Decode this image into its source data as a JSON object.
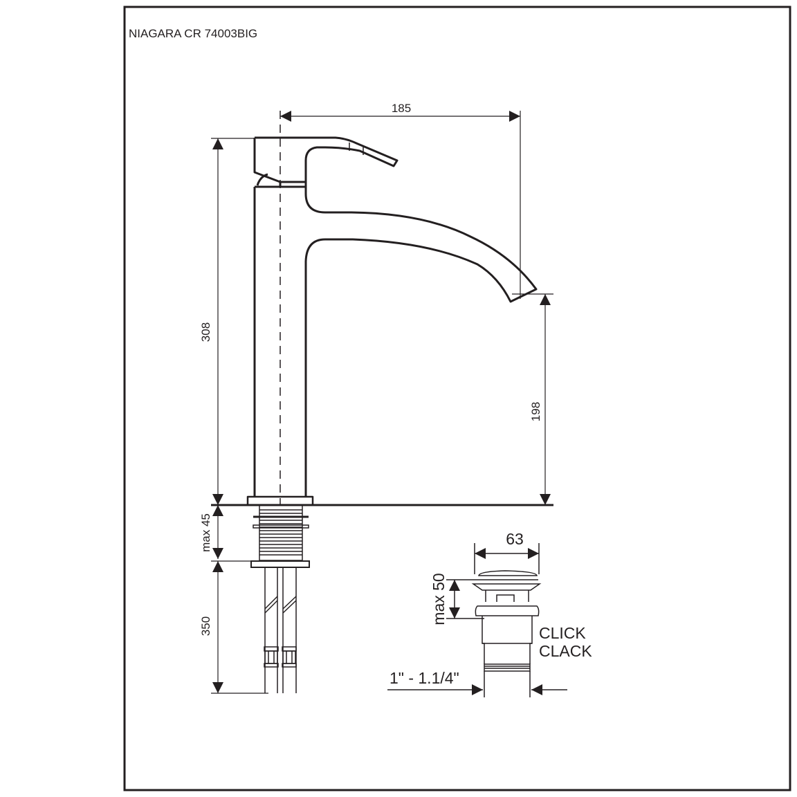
{
  "title": "NIAGARA CR 74003BIG",
  "dimensions": {
    "reach": "185",
    "height_total": "308",
    "spout_height": "198",
    "deck_thickness": "max 45",
    "hose_length": "350",
    "drain_diameter": "63",
    "drain_height": "max 50",
    "drain_thread": "1\" - 1.1/4\""
  },
  "drain_label": {
    "line1": "CLICK",
    "line2": "CLACK"
  },
  "colors": {
    "line": "#231f20",
    "background": "#ffffff"
  }
}
